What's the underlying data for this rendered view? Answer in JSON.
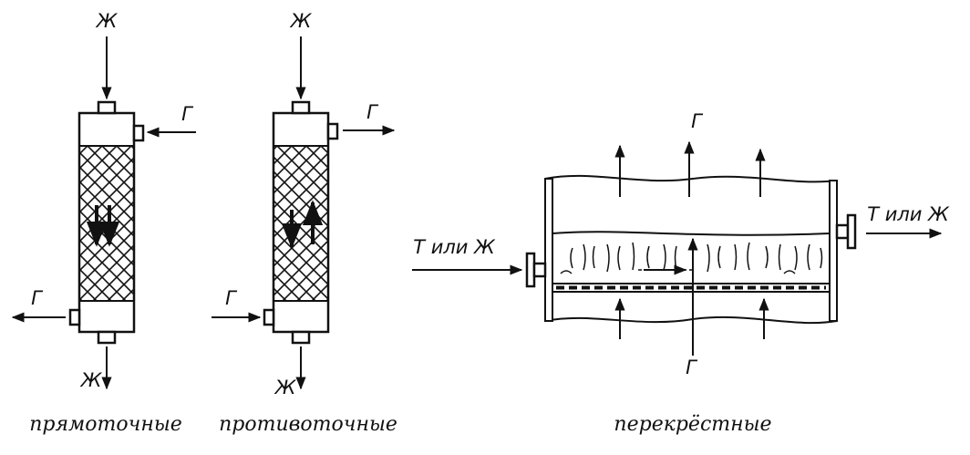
{
  "labels": {
    "liquid": "Ж",
    "gas": "Г",
    "solid_or_liquid": "Т или Ж"
  },
  "captions": {
    "cocurrent": "прямоточные",
    "countercurrent": "противоточные",
    "crossflow": "перекрёстные"
  },
  "colors": {
    "ink": "#111111",
    "background": "#ffffff"
  }
}
